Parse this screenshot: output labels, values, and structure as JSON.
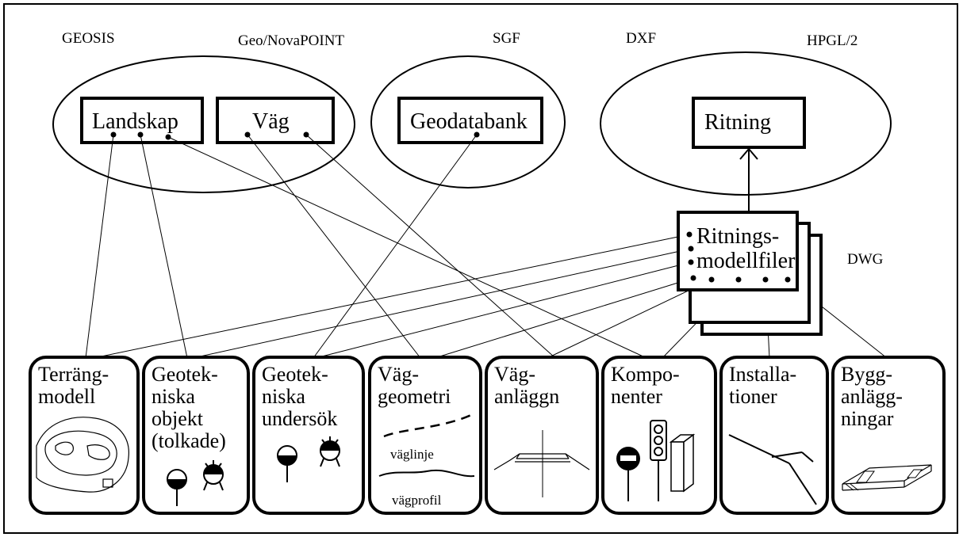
{
  "formats": {
    "geosis": "GEOSIS",
    "geonovapoint": "Geo/NovaPOINT",
    "sgf": "SGF",
    "dxf": "DXF",
    "hpgl": "HPGL/2",
    "dwg": "DWG"
  },
  "boxes": {
    "landskap": "Landskap",
    "vag": "Väg",
    "geodatabank": "Geodatabank",
    "ritning": "Ritning",
    "ritningsmodell": "Ritnings-\nmodellfiler"
  },
  "cards": [
    {
      "id": "terrangmodell",
      "title": "Terräng-\nmodell"
    },
    {
      "id": "geotekniska-objekt",
      "title": "Geotek-\nniska\nobjekt\n(tolkade)"
    },
    {
      "id": "geotekniska-undersok",
      "title": "Geotek-\nniska\nundersök"
    },
    {
      "id": "vaggeometri",
      "title": "Väg-\ngeometri",
      "captions": [
        "väglinje",
        "vägprofil"
      ]
    },
    {
      "id": "vaganlaggn",
      "title": "Väg-\nanläggn"
    },
    {
      "id": "komponenter",
      "title": "Kompo-\nnenter"
    },
    {
      "id": "installationer",
      "title": "Installa-\ntioner"
    },
    {
      "id": "bygganlaggningar",
      "title": "Bygg-\nanlägg-\nningar"
    }
  ]
}
